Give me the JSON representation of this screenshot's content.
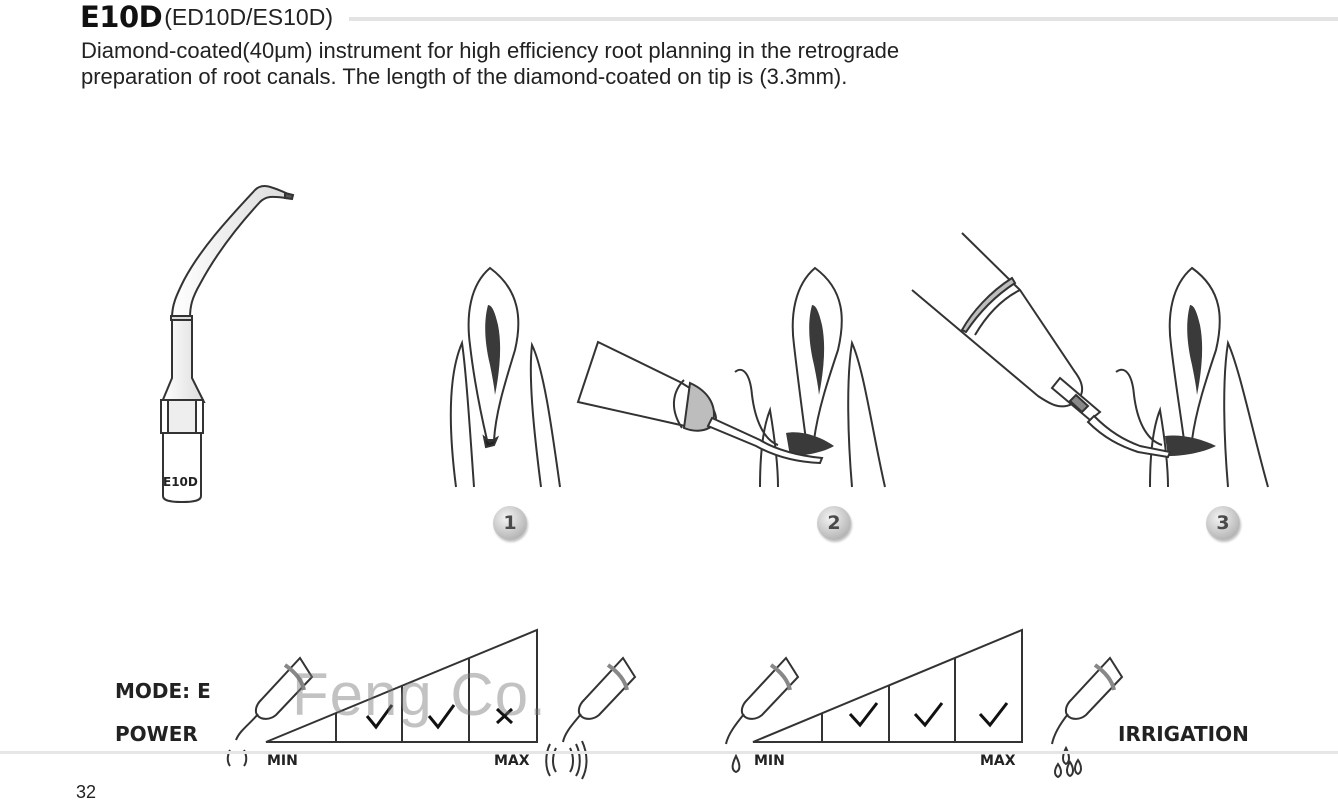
{
  "header": {
    "code": "E10D",
    "variants": "(ED10D/ES10D)",
    "description_line1": "Diamond-coated(40μm) instrument for high efficiency root planning in the retrograde",
    "description_line2": "preparation of root canals. The length of the diamond-coated on tip is (3.3mm)."
  },
  "tip": {
    "engraving": "E10D"
  },
  "steps": [
    "1",
    "2",
    "3"
  ],
  "settings": {
    "mode_label": "MODE: E",
    "power_label": "POWER",
    "irrigation_label": "IRRIGATION",
    "power_min": "MIN",
    "power_max": "MAX",
    "irrigation_min": "MIN",
    "irrigation_max": "MAX",
    "power_marks": [
      "check",
      "check",
      "cross"
    ],
    "irrigation_marks": [
      "check",
      "check",
      "check"
    ]
  },
  "watermark": "Feng Co.",
  "footer": {
    "page_number": "32"
  },
  "colors": {
    "text": "#1a1a1a",
    "rule": "#e3e3e3",
    "fill_gray": "#e8e8e8"
  }
}
